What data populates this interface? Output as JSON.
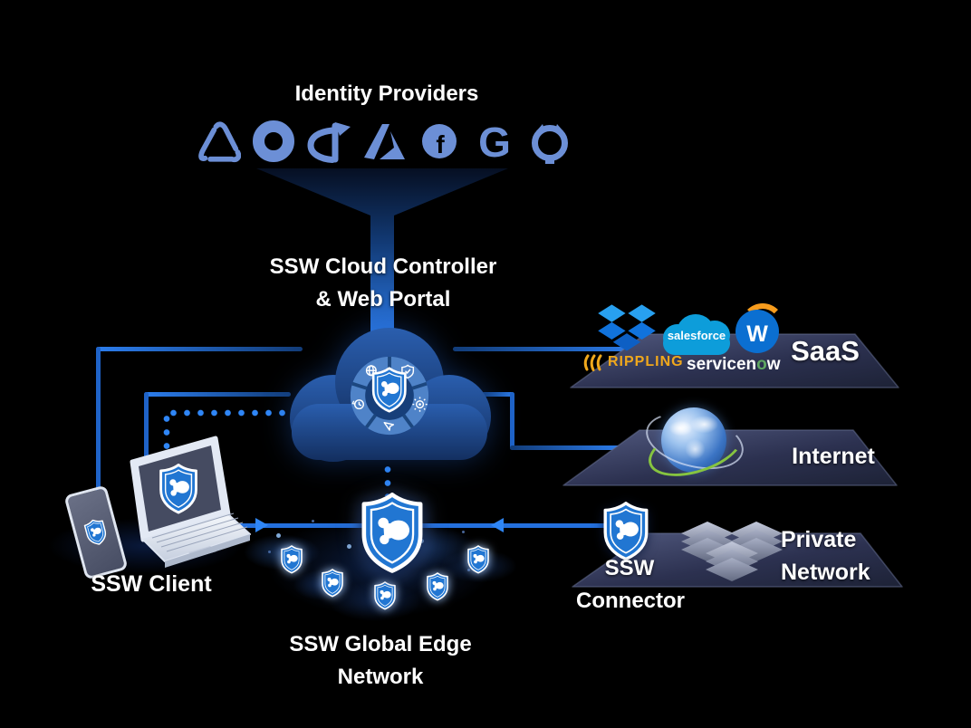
{
  "identity": {
    "title": "Identity Providers",
    "providers": [
      {
        "icon": "triangle-knot-idp-icon"
      },
      {
        "icon": "okta-icon"
      },
      {
        "icon": "openid-icon"
      },
      {
        "icon": "azure-icon"
      },
      {
        "icon": "facebook-icon",
        "letter": "f"
      },
      {
        "icon": "google-icon",
        "letter": "G"
      },
      {
        "icon": "github-icon"
      }
    ]
  },
  "cloud_controller": {
    "line1": "SSW Cloud Controller",
    "line2": "& Web Portal"
  },
  "client": {
    "label": "SSW Client"
  },
  "edge_network": {
    "line1": "SSW Global Edge",
    "line2": "Network"
  },
  "connector": {
    "line1": "SSW",
    "line2": "Connector"
  },
  "platforms": {
    "saas": {
      "label": "SaaS",
      "logos": {
        "salesforce": "salesforce",
        "workday": "W",
        "rippling": "RIPPLING",
        "servicenow_pre": "servicen",
        "servicenow_o": "o",
        "servicenow_post": "w"
      }
    },
    "internet": {
      "label": "Internet"
    },
    "private_network": {
      "line1": "Private",
      "line2": "Network"
    }
  },
  "colors": {
    "background": "#000000",
    "line_blue": "#2f86f6",
    "idp_periwinkle": "#6c8fd6",
    "cloud_blue": "#1d4a8e",
    "shield_blue": "#2176d2",
    "platform_dark": "#262b42",
    "rippling_gold": "#f0a81c",
    "servicenow_green": "#5fa761",
    "workday_blue": "#0b6fd1",
    "workday_orange": "#f79c1d",
    "salesforce_blue": "#0d9dda",
    "dropbox_blue": "#1173dc"
  }
}
